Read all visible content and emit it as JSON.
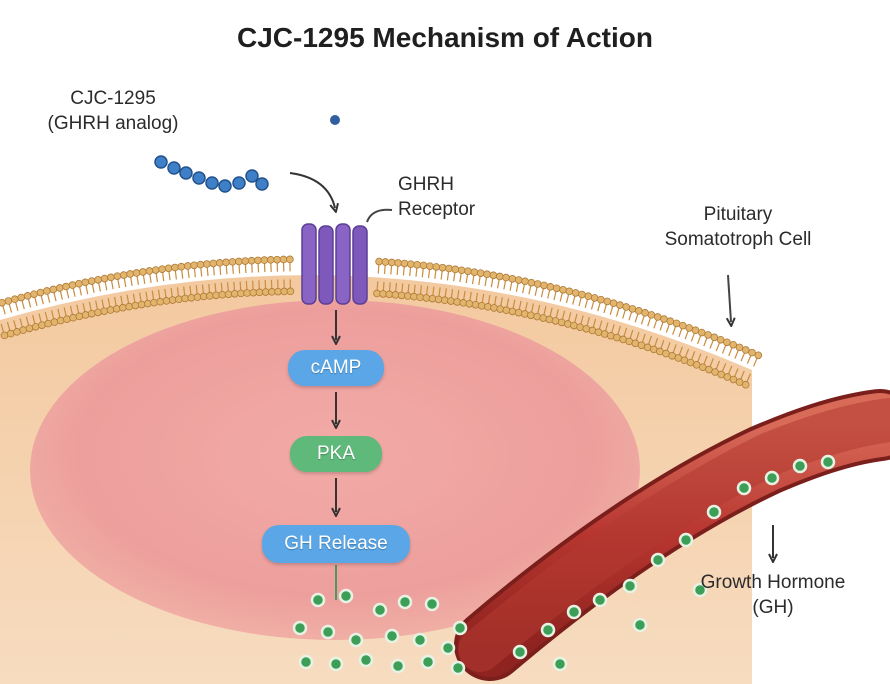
{
  "title": "CJC-1295 Mechanism of Action",
  "labels": {
    "cjc_line1": "CJC-1295",
    "cjc_line2": "(GHRH analog)",
    "receptor_line1": "GHRH",
    "receptor_line2": "Receptor",
    "cell_line1": "Pituitary",
    "cell_line2": "Somatotroph Cell",
    "gh_line1": "Growth Hormone",
    "gh_line2": "(GH)"
  },
  "pathway": [
    {
      "label": "cAMP",
      "color": "#5aa6e6"
    },
    {
      "label": "PKA",
      "color": "#5fb97a"
    },
    {
      "label": "GH Release",
      "color": "#5aa6e6"
    }
  ],
  "colors": {
    "membrane": "#e2b56f",
    "cytoplasm": "#f6d9b8",
    "nucleus": "#ef9a9a",
    "receptor": "#8a64c4",
    "peptide": "#3f7fc7",
    "vessel": "#c0463c",
    "gh_granule": "#3d9e58"
  }
}
